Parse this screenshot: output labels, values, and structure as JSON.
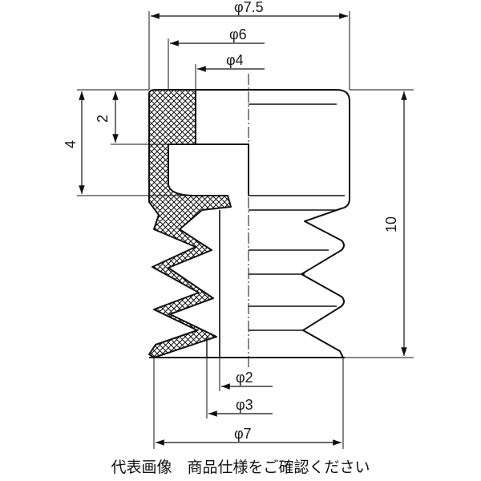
{
  "drawing": {
    "dimensions": {
      "outer_top_diameter": "φ7.5",
      "wall_diameter": "φ6",
      "inner_top_diameter": "φ4",
      "height_total": "10",
      "height_upper": "4",
      "height_cavity": "2",
      "bore_diameter": "φ2",
      "lip_inner_diameter": "φ3",
      "bottom_diameter": "φ7"
    }
  },
  "caption": "代表画像　商品仕様をご確認ください"
}
